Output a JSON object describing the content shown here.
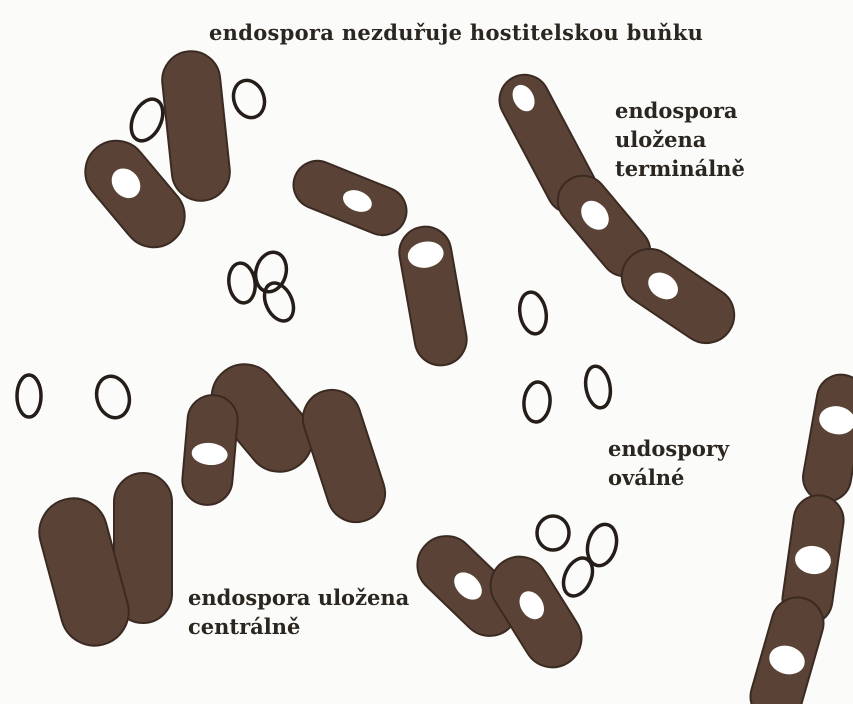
{
  "colors": {
    "cell": "#5a4336",
    "cell_edge": "#3b2a22",
    "spore": "#ffffff",
    "outline": "#241d18",
    "text": "#2b2620"
  },
  "labels": {
    "top": "endospora nezduřuje hostitelskou buňku",
    "terminal": "endospora\nuložena\nterminálně",
    "oval": "endospory\noválné",
    "central": "endospora uložena\ncentrálně"
  }
}
